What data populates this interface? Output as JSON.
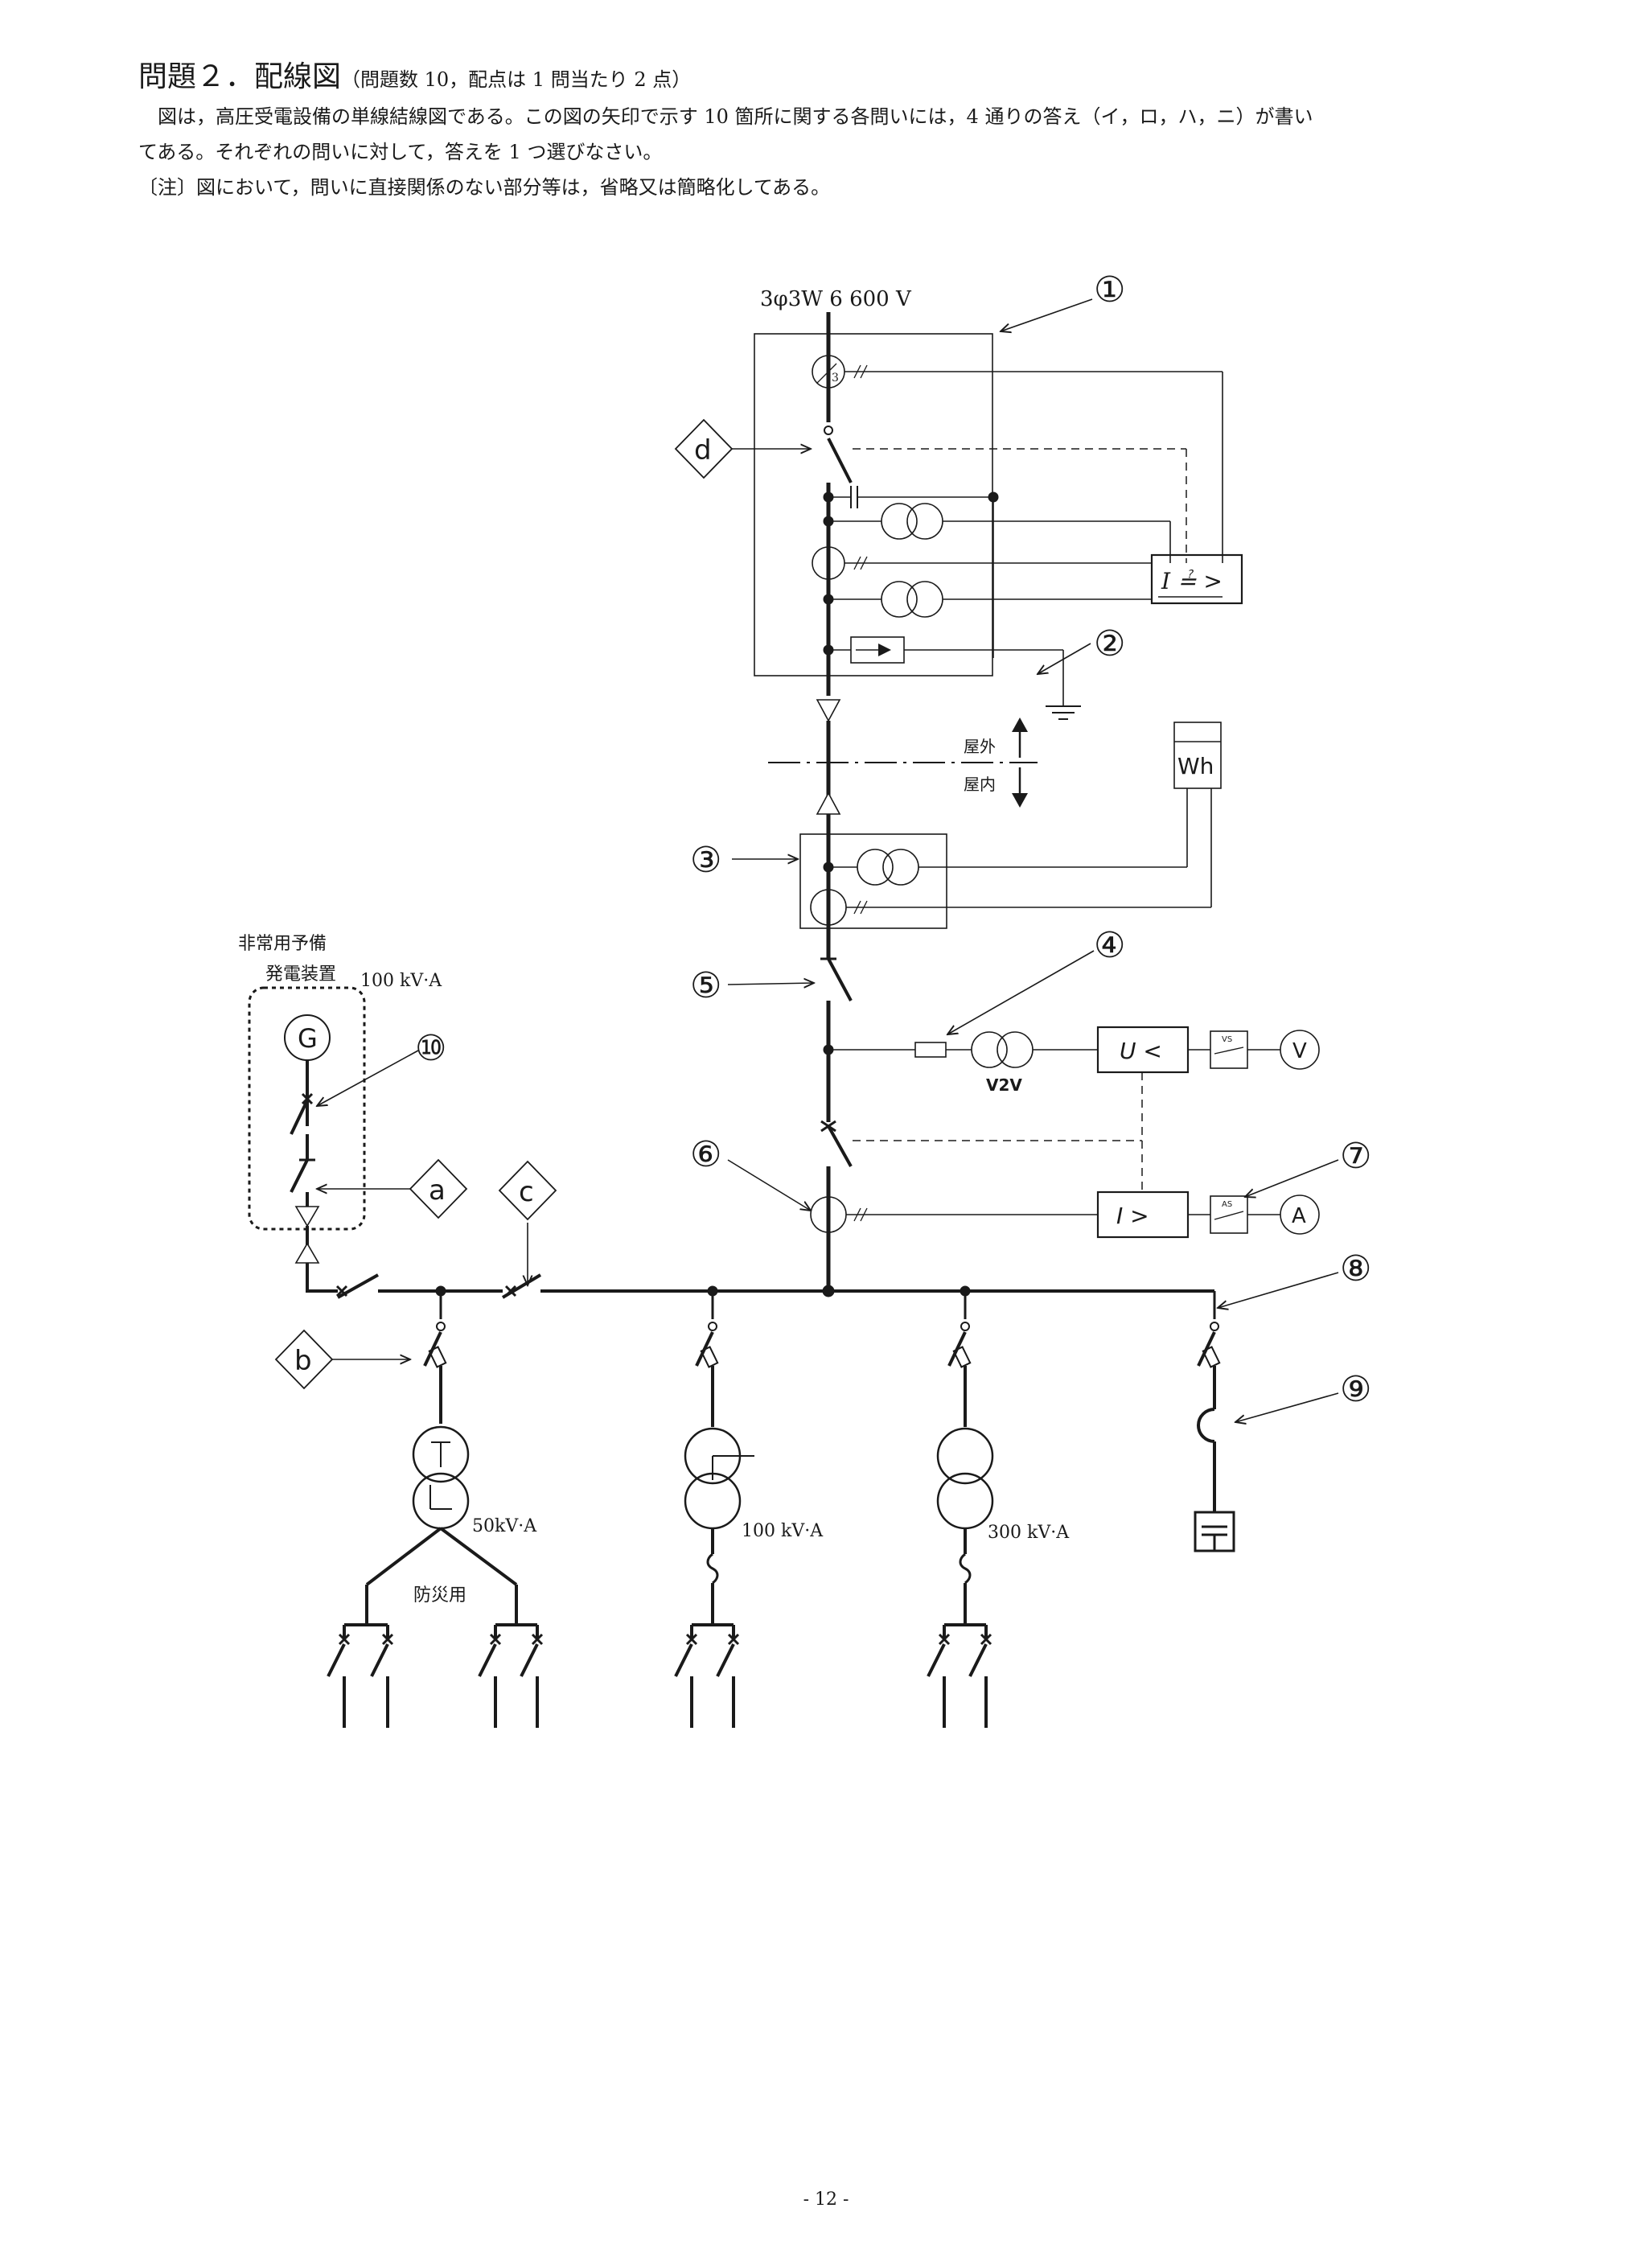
{
  "header": {
    "title": "問題２．配線図",
    "note": "（問題数 10，配点は 1 問当たり 2 点）",
    "instruction_1": "図は，高圧受電設備の単線結線図である。この図の矢印で示す 10 箇所に関する各問いには，4 通りの答え（イ，ロ，ハ，ニ）が書い",
    "instruction_2": "てある。それぞれの問いに対して，答えを 1 つ選びなさい。",
    "instruction_3": "〔注〕図において，問いに直接関係のない部分等は，省略又は簡略化してある。"
  },
  "diagram": {
    "supply_label": "3φ3W  6 600 V",
    "outdoor_label": "屋外",
    "indoor_label": "屋内",
    "meter_label": "Wh",
    "vt_label": "V2V",
    "uv_relay_label": "U <",
    "oc_relay_label": "I >",
    "gr_relay_label": "I ≟ >",
    "vs_label": "VS",
    "as_label": "AS",
    "voltmeter_label": "V",
    "ammeter_label": "A",
    "generator_title_1": "非常用予備",
    "generator_title_2": "発電装置",
    "generator_rating": "100 kV·A",
    "generator_symbol": "G",
    "tr_emergency_rating": "50kV·A",
    "tr_emergency_use": "防災用",
    "tr_2_rating": "100 kV·A",
    "tr_3_rating": "300 kV·A",
    "number_marks": [
      "①",
      "②",
      "③",
      "④",
      "⑤",
      "⑥",
      "⑦",
      "⑧",
      "⑨",
      "⑩"
    ],
    "diamond_marks": {
      "a": "a",
      "b": "b",
      "c": "c",
      "d": "d"
    }
  },
  "footer": {
    "page_number": "- 12 -"
  }
}
